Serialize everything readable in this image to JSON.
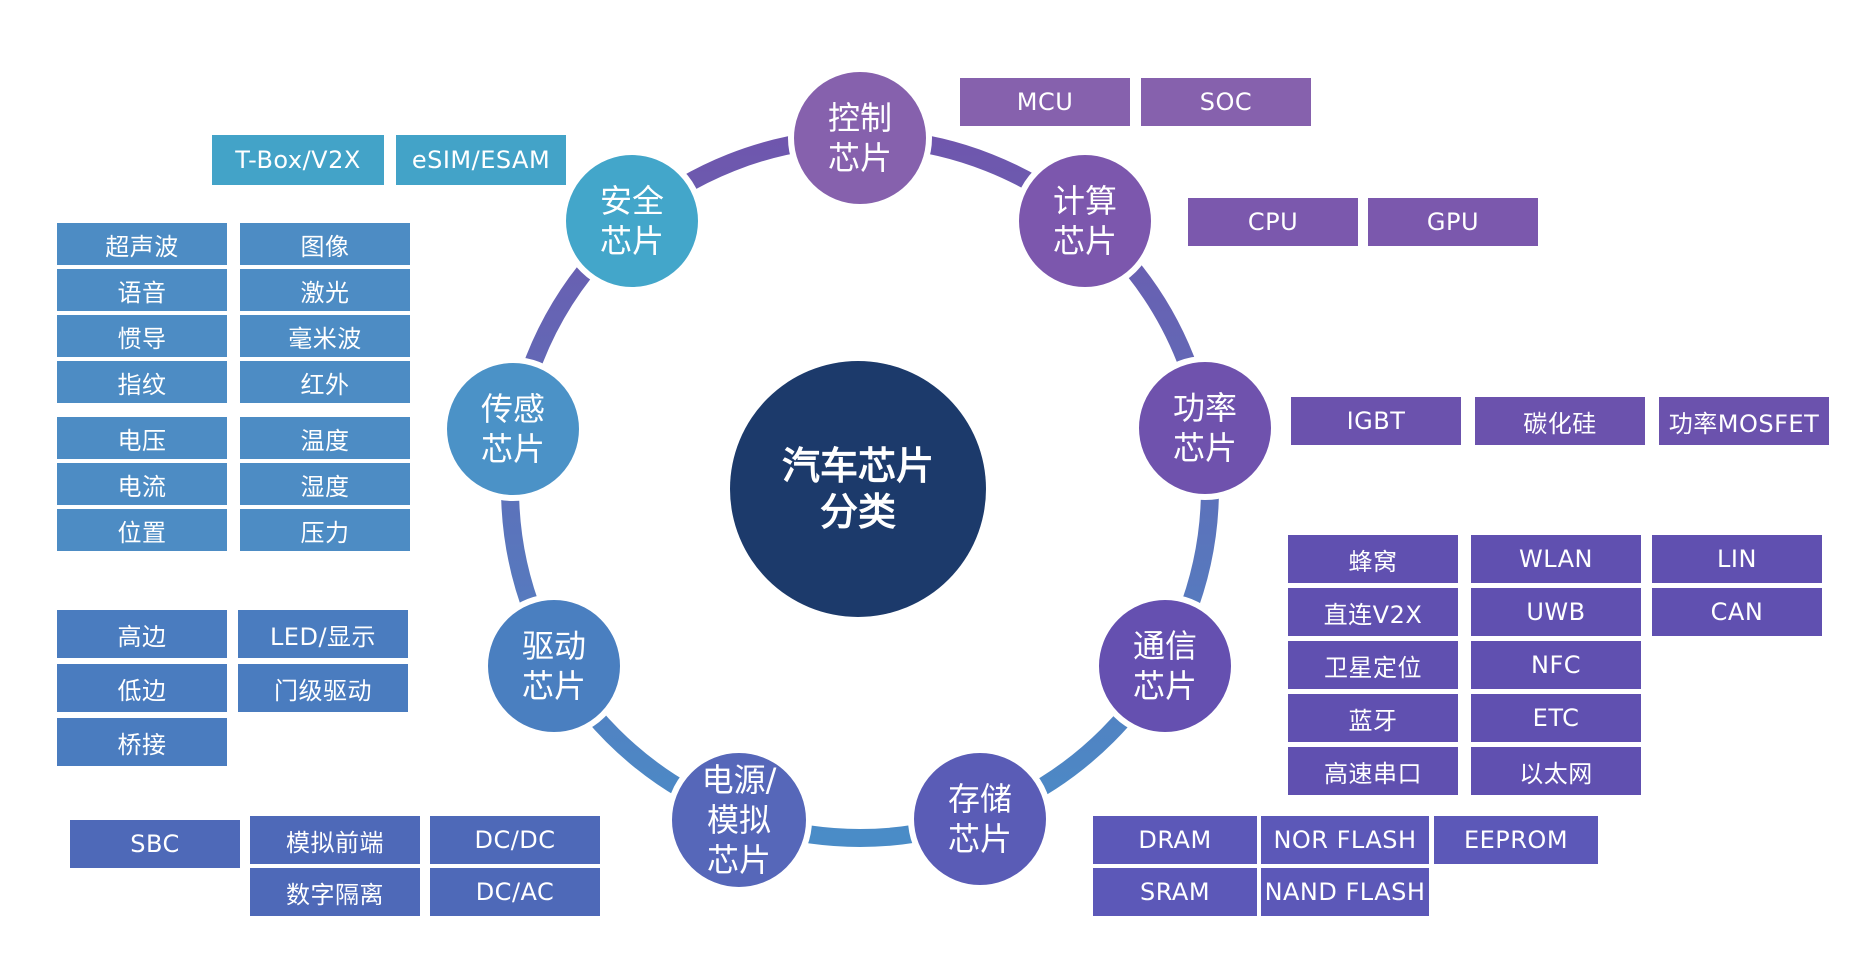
{
  "center": {
    "label": "汽车芯片\n分类",
    "color": "#1c3a6b"
  },
  "nodes": [
    {
      "id": "control",
      "label": "控制\n芯片",
      "color": "#8661ad"
    },
    {
      "id": "compute",
      "label": "计算\n芯片",
      "color": "#7c57ad"
    },
    {
      "id": "power",
      "label": "功率\n芯片",
      "color": "#6f52ad"
    },
    {
      "id": "comm",
      "label": "通信\n芯片",
      "color": "#6550b0"
    },
    {
      "id": "storage",
      "label": "存储\n芯片",
      "color": "#5a5cb6"
    },
    {
      "id": "analog",
      "label": "电源/\n模拟\n芯片",
      "color": "#5667b9"
    },
    {
      "id": "drive",
      "label": "驱动\n芯片",
      "color": "#4a7fc0"
    },
    {
      "id": "sense",
      "label": "传感\n芯片",
      "color": "#4b92c7"
    },
    {
      "id": "security",
      "label": "安全\n芯片",
      "color": "#43a6ca"
    }
  ],
  "ring": {
    "color_top": "#6f56ad",
    "color_left": "#4a8cc7"
  },
  "groups": {
    "control": {
      "color": "#8661ad",
      "items": [
        "MCU",
        "SOC"
      ]
    },
    "compute": {
      "color": "#7b58ad",
      "items": [
        "CPU",
        "GPU"
      ]
    },
    "power": {
      "color": "#6b52ad",
      "items": [
        "IGBT",
        "碳化硅",
        "功率MOSFET"
      ]
    },
    "comm": {
      "color": "#6050b0",
      "items": [
        "蜂窝",
        "WLAN",
        "LIN",
        "直连V2X",
        "UWB",
        "CAN",
        "卫星定位",
        "NFC",
        "蓝牙",
        "ETC",
        "高速串口",
        "以太网"
      ]
    },
    "storage": {
      "color": "#5c58b8",
      "items": [
        "DRAM",
        "NOR FLASH",
        "EEPROM",
        "SRAM",
        "NAND FLASH"
      ]
    },
    "analog": {
      "color": "#4e69b8",
      "items": [
        "SBC",
        "模拟前端",
        "DC/DC",
        "数字隔离",
        "DC/AC"
      ]
    },
    "drive": {
      "color": "#4a7cbf",
      "items": [
        "高边",
        "LED/显示",
        "低边",
        "门级驱动",
        "桥接"
      ]
    },
    "sense": {
      "color": "#4d8cc4",
      "items": [
        "超声波",
        "图像",
        "语音",
        "激光",
        "惯导",
        "毫米波",
        "指纹",
        "红外",
        "电压",
        "温度",
        "电流",
        "湿度",
        "位置",
        "压力"
      ]
    },
    "security": {
      "color": "#43a3c8",
      "items": [
        "T-Box/V2X",
        "eSIM/ESAM"
      ]
    }
  }
}
